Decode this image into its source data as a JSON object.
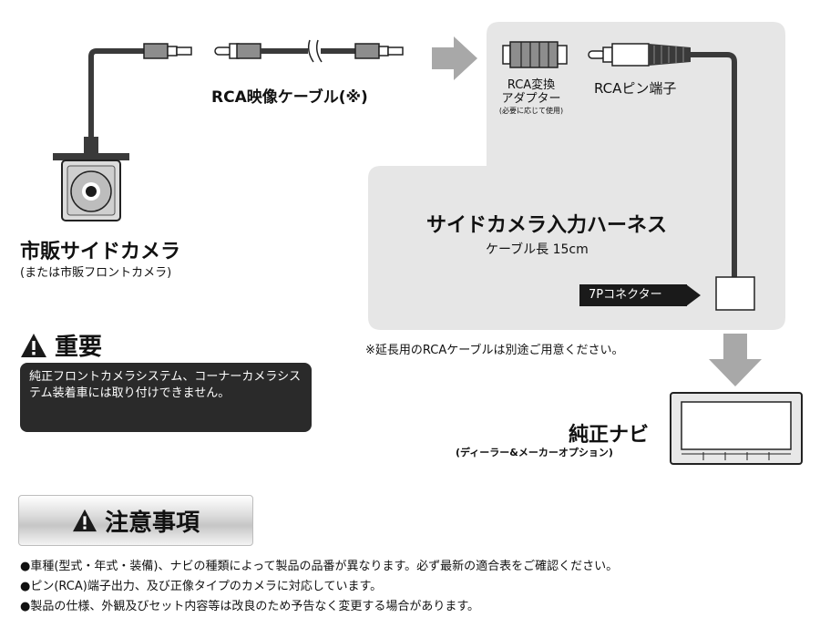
{
  "cable": {
    "title": "RCA映像ケーブル(※)"
  },
  "adapter": {
    "line1": "RCA変換",
    "line2": "アダプター",
    "note": "(必要に応じて使用)"
  },
  "rca_pin": {
    "label": "RCAピン端子"
  },
  "harness": {
    "title": "サイドカメラ入力ハーネス",
    "length": "ケーブル長 15cm",
    "connector": "7Pコネクター"
  },
  "extension_note": "※延長用のRCAケーブルは別途ご用意ください。",
  "camera": {
    "title": "市販サイドカメラ",
    "subtitle": "(または市販フロントカメラ)"
  },
  "important": {
    "title": "重要",
    "text": "純正フロントカメラシステム、コーナーカメラシステム装着車には取り付けできません。"
  },
  "navi": {
    "title": "純正ナビ",
    "subtitle": "(ディーラー&メーカーオプション)"
  },
  "caution": {
    "title": "注意事項",
    "items": [
      "●車種(型式・年式・装備)、ナビの種類によって製品の品番が異なります。必ず最新の適合表をご確認ください。",
      "●ピン(RCA)端子出力、及び正像タイプのカメラに対応しています。",
      "●製品の仕様、外観及びセット内容等は改良のため予告なく変更する場合があります。"
    ]
  },
  "colors": {
    "panel": "#e6e6e6",
    "dark": "#2a2a2a",
    "arrow": "#a8a8a8",
    "cable": "#3a3a3a"
  }
}
